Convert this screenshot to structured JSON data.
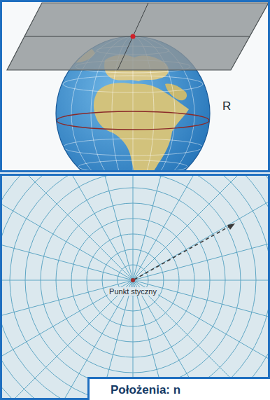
{
  "diagram": {
    "nodes": [
      {
        "text": [
          "Położenia: n"
        ]
      }
    ],
    "labels": [
      "R",
      "Punkt styczny"
    ]
  }
}
